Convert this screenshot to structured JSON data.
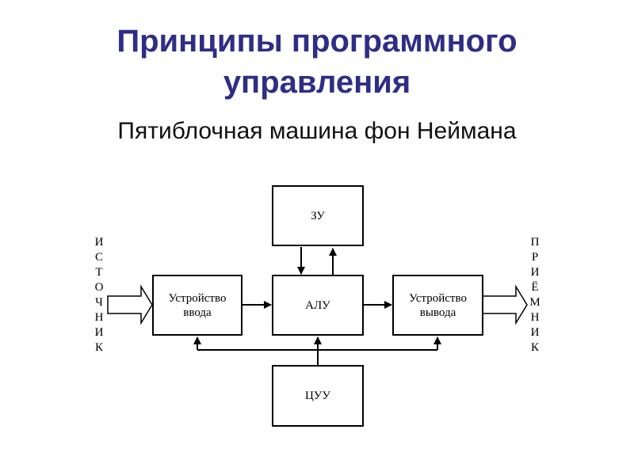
{
  "slide": {
    "title_line1": "Принципы программного",
    "title_line2": "управления",
    "subtitle": "Пятиблочная машина фон Неймана"
  },
  "diagram": {
    "blocks": {
      "memory": "ЗУ",
      "alu": "АЛУ",
      "input_line1": "Устройство",
      "input_line2": "ввода",
      "output_line1": "Устройство",
      "output_line2": "вывода",
      "control": "ЦУУ"
    },
    "source_label": [
      "И",
      "С",
      "Т",
      "О",
      "Ч",
      "Н",
      "И",
      "К"
    ],
    "receiver_label": [
      "П",
      "Р",
      "И",
      "Ё",
      "М",
      "Н",
      "И",
      "К"
    ]
  },
  "colors": {
    "title": "#2e2e86",
    "text": "#111111",
    "lines": "#000000",
    "background": "#ffffff"
  }
}
